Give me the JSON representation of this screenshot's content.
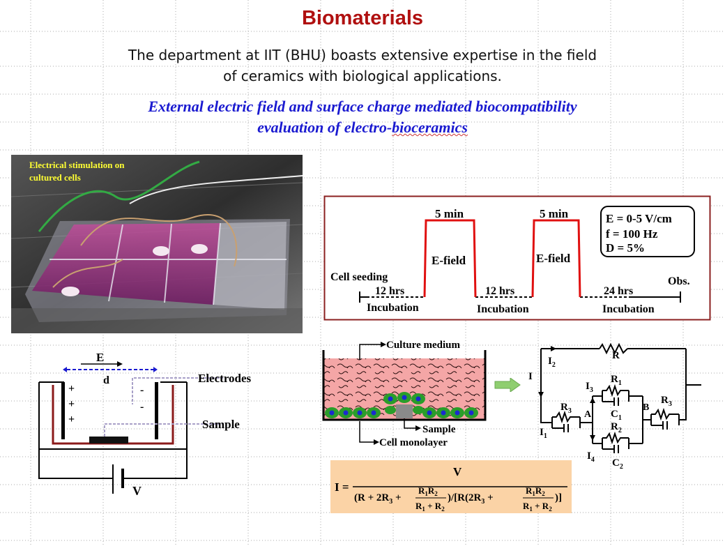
{
  "title": "Biomaterials",
  "subtitle_line1": "The department at IIT (BHU) boasts extensive expertise in the field",
  "subtitle_line2": "of ceramics with biological applications.",
  "topic_line1": "External electric field and surface charge mediated biocompatibility",
  "topic_line2_pre": "evaluation of electro-",
  "topic_line2_wavy": "bioceramics",
  "photo": {
    "label_line1": "Electrical stimulation on",
    "label_line2": "cultured cells"
  },
  "timeline": {
    "pulse1_duration": "5 min",
    "pulse2_duration": "5 min",
    "pulse_label": "E-field",
    "cell_seeding": "Cell seeding",
    "gap1": "12 hrs",
    "gap2": "12 hrs",
    "gap3": "24 hrs",
    "incubation": "Incubation",
    "obs": "Obs.",
    "params": [
      "E = 0-5 V/cm",
      "f  = 100 Hz",
      "D =  5%"
    ],
    "border_color": "#8b2020",
    "pulse_color": "#e01010"
  },
  "setup": {
    "e_label": "E",
    "d_label": "d",
    "electrodes": "Electrodes",
    "sample": "Sample",
    "v_label": "V",
    "plus": "+",
    "minus": "-"
  },
  "culture": {
    "culture_medium": "Culture medium",
    "sample": "Sample",
    "cell_monolayer": "Cell monolayer"
  },
  "circuit": {
    "I": "I",
    "I1": "I",
    "I1_sub": "1",
    "I2": "I",
    "I2_sub": "2",
    "I3": "I",
    "I3_sub": "3",
    "I4": "I",
    "I4_sub": "4",
    "R": "R",
    "R1": "R",
    "R1_sub": "1",
    "R2": "R",
    "R2_sub": "2",
    "R3": "R",
    "R3_sub": "3",
    "C1": "C",
    "C1_sub": "1",
    "C2": "C",
    "C2_sub": "2",
    "A": "A",
    "B": "B"
  },
  "formula": {
    "lhs": "I =",
    "numerator": "V",
    "p1": "(R + 2R",
    "s3": "3",
    "plus": " + ",
    "f_num": "R",
    "f_num_s1": "1",
    "f_num2": "R",
    "f_num_s2": "2",
    "f_den": "R",
    "f_den_s1": "1",
    "f_den_plus": " + R",
    "f_den_s2": "2",
    "mid": ")/[R(2R",
    "end": ")]"
  }
}
